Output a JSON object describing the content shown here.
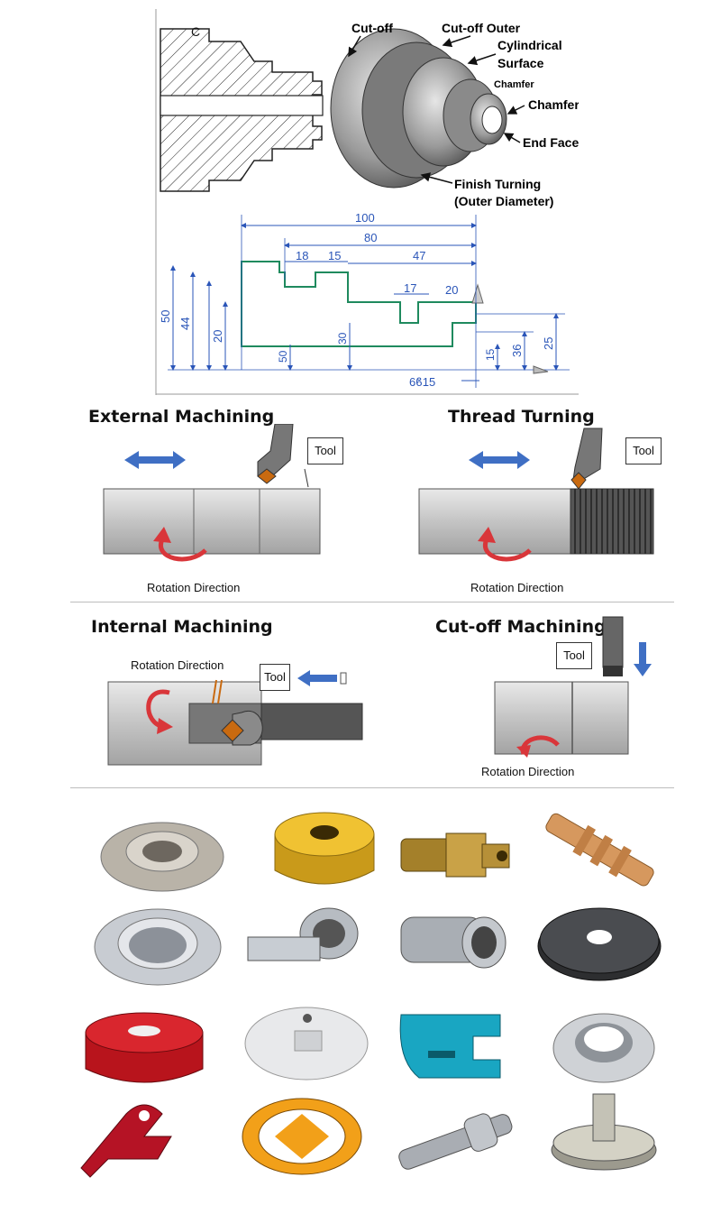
{
  "top_figure": {
    "part_labels": {
      "c_mark": "C",
      "cutoff": "Cut-off",
      "cutoff_outer": "Cut-off Outer",
      "cylindrical": "Cylindrical",
      "surface": "Surface",
      "chamfer_small": "Chamfer",
      "chamfer": "Chamfer",
      "end_face": "End Face",
      "finish_turning": "Finish Turning",
      "outer_diameter": "(Outer Diameter)"
    },
    "dimensions": {
      "d100": "100",
      "d80": "80",
      "d18": "18",
      "d15": "15",
      "d47": "47",
      "d17": "17",
      "d20_top": "20",
      "d50": "50",
      "d44": "44",
      "d20_left": "20",
      "d30": "30",
      "d50_inner": "50",
      "d15_inner": "15",
      "d36": "36",
      "d25": "25",
      "d_bottom": "6ϐ15"
    }
  },
  "operations": {
    "external": {
      "title": "External Machining",
      "tool": "Tool",
      "rotation": "Rotation Direction"
    },
    "thread": {
      "title": "Thread Turning",
      "tool": "Tool",
      "rotation": "Rotation Direction"
    },
    "internal": {
      "title": "Internal Machining",
      "tool": "Tool",
      "rotation": "Rotation Direction"
    },
    "cutoff": {
      "title": "Cut-off Machining",
      "tool": "Tool",
      "rotation": "Rotation Direction"
    }
  },
  "colors": {
    "blue_arrow": "#3f6fc4",
    "red_arrow": "#d9363a",
    "drawing_blue": "#2a55b8",
    "drawing_green": "#1f8a5e",
    "gray_part": "#c9c9c9"
  },
  "gallery": [
    {
      "icon": "aluminum-flange-icon"
    },
    {
      "icon": "gold-threaded-cap-icon"
    },
    {
      "icon": "brass-fitting-icon"
    },
    {
      "icon": "copper-shaft-icon"
    },
    {
      "icon": "silver-flange-ring-icon"
    },
    {
      "icon": "steel-pivot-arm-icon"
    },
    {
      "icon": "steel-housing-icon"
    },
    {
      "icon": "black-flange-plate-icon"
    },
    {
      "icon": "red-pulley-icon"
    },
    {
      "icon": "white-plate-icon"
    },
    {
      "icon": "teal-clamp-icon"
    },
    {
      "icon": "silver-cup-washer-icon"
    },
    {
      "icon": "red-bracket-icon"
    },
    {
      "icon": "racing-gear-icon"
    },
    {
      "icon": "steel-bolt-shaft-icon"
    },
    {
      "icon": "threaded-stud-disc-icon"
    }
  ]
}
